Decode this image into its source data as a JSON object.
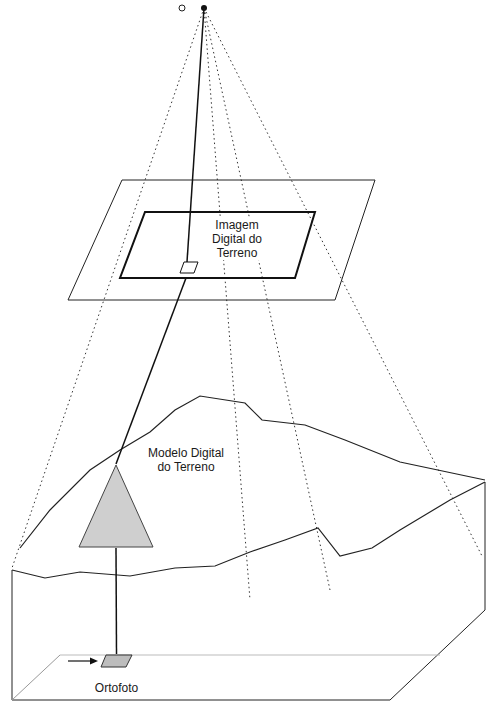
{
  "diagram": {
    "nodes": [
      {
        "text": [
          "Imagem Digital do Terreno"
        ]
      },
      {
        "text": [
          "Modelo Digital do Terreno"
        ]
      },
      {
        "text": [
          "Ortofoto"
        ]
      }
    ],
    "edges": [
      {
        "from": 0,
        "to": 1,
        "arrow": "none"
      },
      {
        "from": 1,
        "to": 2,
        "arrow": "none"
      }
    ]
  }
}
